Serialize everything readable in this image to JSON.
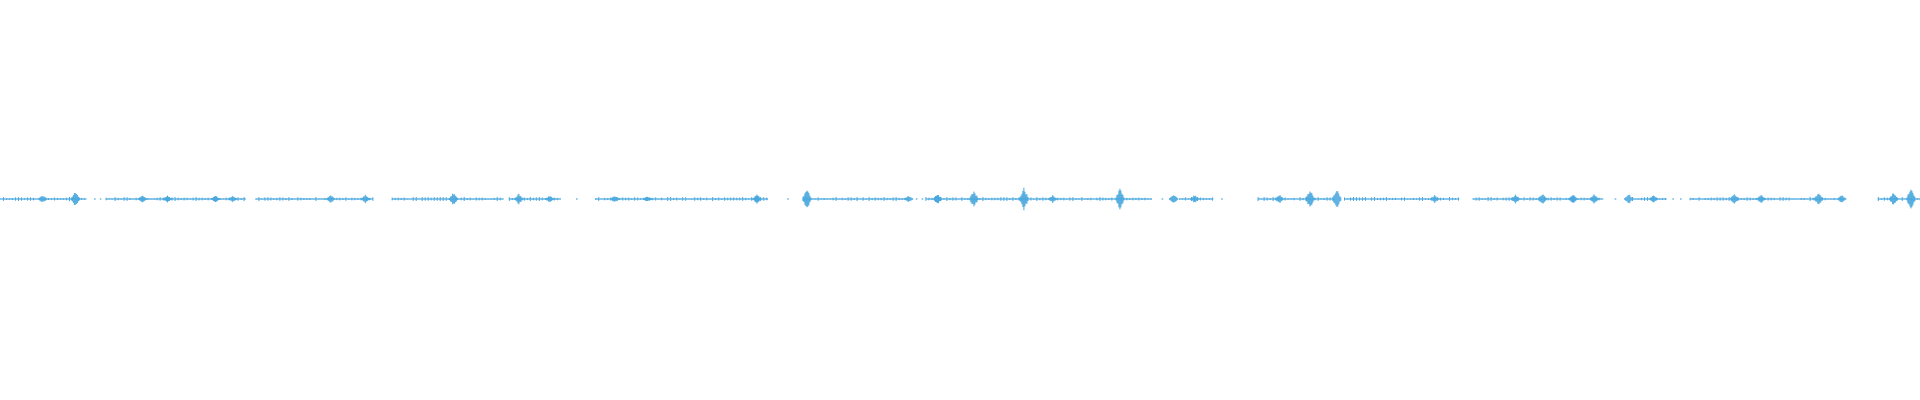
{
  "waveform": {
    "color": "#4aa8de",
    "background": "#ffffff",
    "seed": 1337,
    "segments": [
      [
        0.0,
        0.045
      ],
      [
        0.055,
        0.128
      ],
      [
        0.133,
        0.194
      ],
      [
        0.204,
        0.262
      ],
      [
        0.265,
        0.292
      ],
      [
        0.31,
        0.4
      ],
      [
        0.418,
        0.473
      ],
      [
        0.482,
        0.6
      ],
      [
        0.614,
        0.632
      ],
      [
        0.655,
        0.695
      ],
      [
        0.7,
        0.76
      ],
      [
        0.767,
        0.835
      ],
      [
        0.85,
        0.868
      ],
      [
        0.88,
        0.96
      ],
      [
        0.978,
        1.0
      ]
    ],
    "dots": [
      0.049,
      0.052,
      0.289,
      0.3,
      0.41,
      0.477,
      0.48,
      0.605,
      0.636,
      0.655,
      0.704,
      0.71,
      0.841,
      0.846,
      0.871,
      0.875
    ],
    "peaks": [
      {
        "t": 0.022,
        "a": 0.35
      },
      {
        "t": 0.039,
        "a": 0.7
      },
      {
        "t": 0.074,
        "a": 0.35
      },
      {
        "t": 0.087,
        "a": 0.3
      },
      {
        "t": 0.112,
        "a": 0.3
      },
      {
        "t": 0.121,
        "a": 0.3
      },
      {
        "t": 0.172,
        "a": 0.35
      },
      {
        "t": 0.19,
        "a": 0.35
      },
      {
        "t": 0.236,
        "a": 0.55
      },
      {
        "t": 0.27,
        "a": 0.45
      },
      {
        "t": 0.286,
        "a": 0.3
      },
      {
        "t": 0.32,
        "a": 0.3
      },
      {
        "t": 0.337,
        "a": 0.25
      },
      {
        "t": 0.394,
        "a": 0.4
      },
      {
        "t": 0.42,
        "a": 0.95
      },
      {
        "t": 0.473,
        "a": 0.3
      },
      {
        "t": 0.488,
        "a": 0.45
      },
      {
        "t": 0.507,
        "a": 0.7
      },
      {
        "t": 0.533,
        "a": 1.0
      },
      {
        "t": 0.548,
        "a": 0.35
      },
      {
        "t": 0.583,
        "a": 0.9
      },
      {
        "t": 0.611,
        "a": 0.4
      },
      {
        "t": 0.622,
        "a": 0.35
      },
      {
        "t": 0.666,
        "a": 0.4
      },
      {
        "t": 0.682,
        "a": 0.8
      },
      {
        "t": 0.696,
        "a": 0.85
      },
      {
        "t": 0.747,
        "a": 0.35
      },
      {
        "t": 0.789,
        "a": 0.4
      },
      {
        "t": 0.803,
        "a": 0.45
      },
      {
        "t": 0.819,
        "a": 0.4
      },
      {
        "t": 0.83,
        "a": 0.45
      },
      {
        "t": 0.848,
        "a": 0.45
      },
      {
        "t": 0.861,
        "a": 0.35
      },
      {
        "t": 0.903,
        "a": 0.45
      },
      {
        "t": 0.917,
        "a": 0.35
      },
      {
        "t": 0.947,
        "a": 0.6
      },
      {
        "t": 0.959,
        "a": 0.35
      },
      {
        "t": 0.986,
        "a": 0.6
      },
      {
        "t": 0.995,
        "a": 0.95
      }
    ]
  }
}
